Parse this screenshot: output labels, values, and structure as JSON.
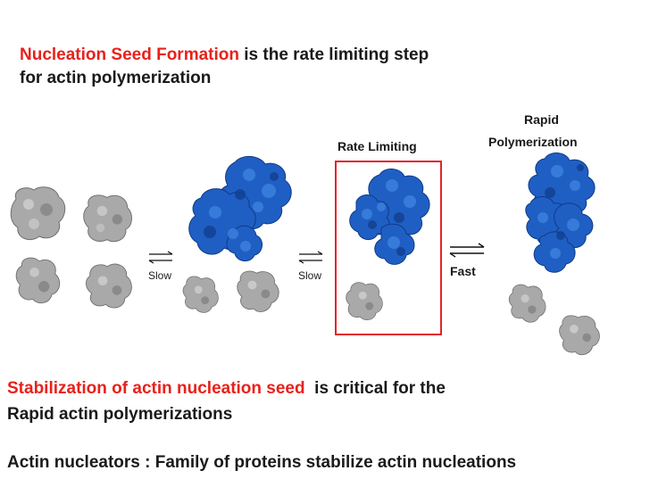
{
  "title": {
    "highlight": "Nucleation Seed Formation",
    "rest": " is the rate limiting step",
    "line2": "for actin polymerization"
  },
  "labels": {
    "rate_limiting": "Rate Limiting",
    "rapid": "Rapid",
    "polymerization": "Polymerization",
    "slow1": "Slow",
    "slow2": "Slow",
    "fast": "Fast"
  },
  "bottom": {
    "line1_highlight": "Stabilization of actin nucleation seed",
    "line1_rest": "  is critical for the",
    "line2": "Rapid actin polymerizations",
    "line3": "Actin nucleators : Family of proteins stabilize actin nucleations"
  },
  "colors": {
    "title_highlight": "#e8211b",
    "box_border": "#e3232a",
    "monomer": "#a9a9a9",
    "polymer": "#1f5fc4"
  }
}
